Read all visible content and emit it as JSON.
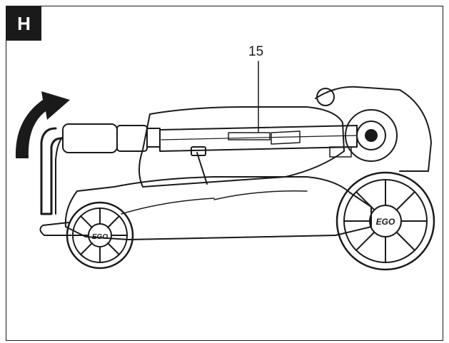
{
  "figure": {
    "label": "H",
    "callouts": [
      {
        "number": "15"
      }
    ]
  },
  "illustration": {
    "subject": "folded-lawn-mower-side-view",
    "motion": "rotate-handle-forward-arrow",
    "wheel_logo": "EGO",
    "colors": {
      "ink": "#1a1a1a",
      "background": "#ffffff"
    }
  }
}
